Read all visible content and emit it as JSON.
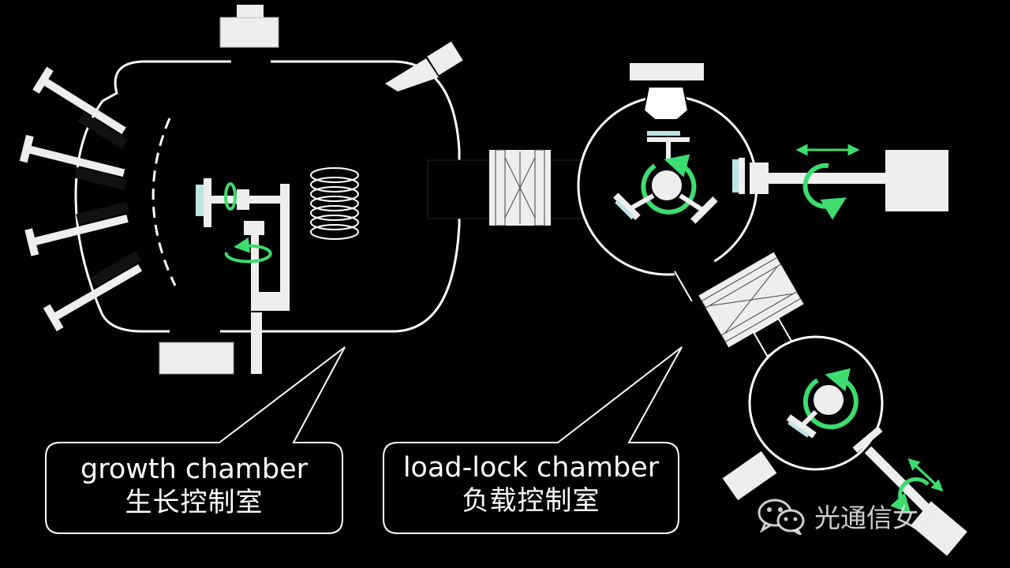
{
  "callouts": {
    "growth": {
      "en": "growth chamber",
      "zh": "生长控制室"
    },
    "load_lock": {
      "en": "load-lock chamber",
      "zh": "负载控制室"
    }
  },
  "watermark": {
    "text": "光通信女人",
    "icon": "wechat-icon"
  },
  "colors": {
    "background": "#000000",
    "outline": "#ffffff",
    "part_fill": "#eeeeee",
    "rotation_arrow": "#3ddc6e",
    "sample_holder": "#bfe3e6"
  }
}
